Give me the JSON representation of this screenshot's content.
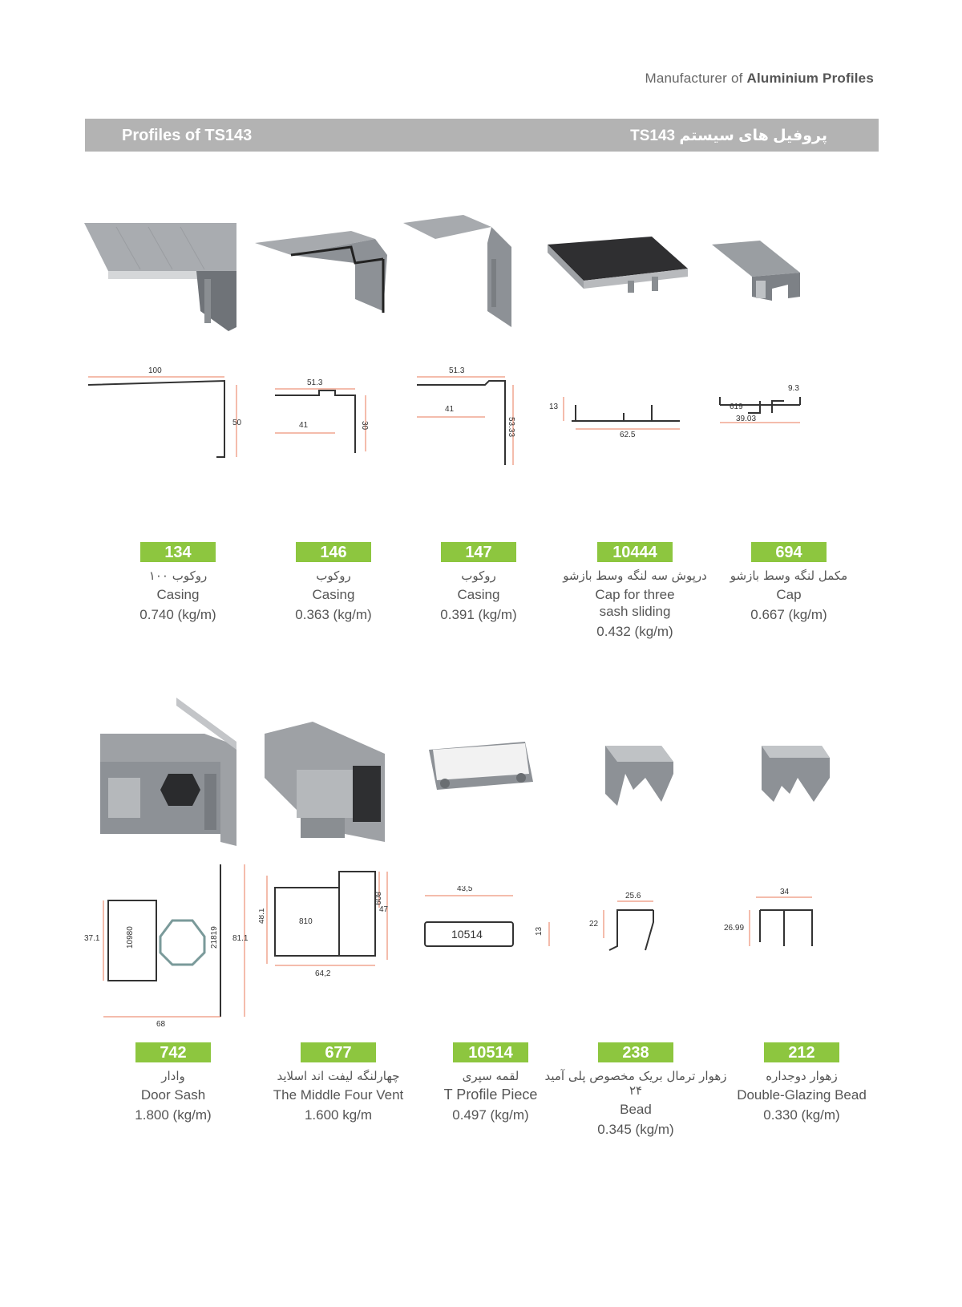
{
  "header": {
    "brand_prefix": "Manufacturer of",
    "brand_bold": "Aluminium Profiles",
    "title_en": "Profiles of TS143",
    "title_fa": "پروفیل های سیستم TS143"
  },
  "products": [
    {
      "code": "134",
      "name_fa": "روکوب ۱۰۰",
      "name_en": "Casing",
      "weight": "0.740 (kg/m)",
      "dims": [
        "100",
        "50"
      ]
    },
    {
      "code": "146",
      "name_fa": "روکوب",
      "name_en": "Casing",
      "weight": "0.363 (kg/m)",
      "dims": [
        "51.3",
        "41",
        "30"
      ]
    },
    {
      "code": "147",
      "name_fa": "روکوب",
      "name_en": "Casing",
      "weight": "0.391 (kg/m)",
      "dims": [
        "51.3",
        "41",
        "53.33"
      ]
    },
    {
      "code": "10444",
      "name_fa": "درپوش سه لنگه وسط بازشو",
      "name_en": "Cap for three sash sliding",
      "weight": "0.432 (kg/m)",
      "dims": [
        "13",
        "62.5"
      ]
    },
    {
      "code": "694",
      "name_fa": "مکمل لنگه وسط بازشو",
      "name_en": "Cap",
      "weight": "0.667 (kg/m)",
      "dims": [
        "9.3",
        "619",
        "39.03"
      ]
    },
    {
      "code": "742",
      "name_fa": "وادار",
      "name_en": "Door Sash",
      "weight": "1.800 (kg/m)",
      "dims": [
        "37.1",
        "10980",
        "21819",
        "81.1",
        "68"
      ]
    },
    {
      "code": "677",
      "name_fa": "چهارلنگه لیفت اند اسلاید",
      "name_en": "The Middle Four Vent",
      "weight": "1.600 kg/m",
      "dims": [
        "48.1",
        "810",
        "809",
        "47",
        "64,2"
      ]
    },
    {
      "code": "10514",
      "name_fa": "لقمه سپری",
      "name_en": "T Profile Piece",
      "weight": "0.497 (kg/m)",
      "dims": [
        "43,5",
        "10514",
        "13"
      ]
    },
    {
      "code": "238",
      "name_fa": "زهوار ترمال بریک مخصوص پلی آمید ۲۴",
      "name_en": "Bead",
      "weight": "0.345 (kg/m)",
      "dims": [
        "25.6",
        "22"
      ]
    },
    {
      "code": "212",
      "name_fa": "زهوار دوجداره",
      "name_en": "Double-Glazing Bead",
      "weight": "0.330 (kg/m)",
      "dims": [
        "34",
        "26.99"
      ]
    }
  ]
}
